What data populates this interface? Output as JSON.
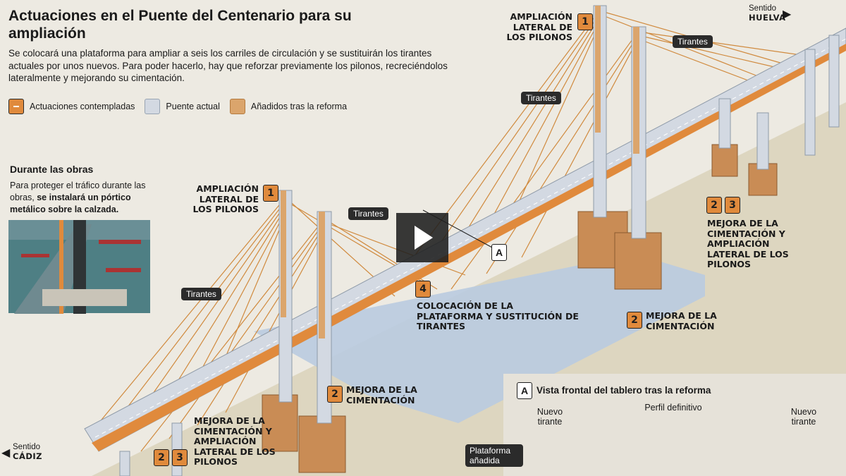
{
  "header": {
    "title": "Actuaciones en el Puente del Centenario para su ampliación",
    "intro": "Se colocará una plataforma para ampliar a seis los carriles de circulación y se sustituirán los tirantes actuales por unos nuevos. Para poder hacerlo, hay que reforzar previamente los pilonos, recreciéndolos lateralmente y mejorando su cimentación."
  },
  "legend": {
    "actuaciones": "Actuaciones contempladas",
    "actual": "Puente actual",
    "anadidos": "Añadidos tras la reforma"
  },
  "sidebar": {
    "heading": "Durante las obras",
    "text_plain": "Para proteger el tráfico durante las obras,",
    "text_bold": "se instalará un pórtico metálico sobre la calzada."
  },
  "directions": {
    "huelva_top": "Sentido",
    "huelva_bottom": "HUELVA",
    "cadiz_top": "Sentido",
    "cadiz_bottom": "CÁDIZ"
  },
  "tags": {
    "tirantes": "Tirantes"
  },
  "callouts": {
    "n1": "1",
    "n2": "2",
    "n3": "3",
    "n4": "4",
    "ampliacion_lateral": "AMPLIACIÓN LATERAL DE LOS PILONOS",
    "mejora": "MEJORA DE LA CIMENTACIÓN",
    "mejora_ampliacion": "MEJORA DE LA CIMENTACIÓN Y AMPLIACIÓN LATERAL DE LOS PILONOS",
    "colocacion": "COLOCACIÓN DE LA PLATAFORMA Y SUSTITUCIÓN DE TIRANTES",
    "letter_a": "A"
  },
  "inset": {
    "title": "Vista frontal del tablero tras la reforma",
    "nuevo_tirante": "Nuevo tirante",
    "perfil": "Perfil definitivo",
    "plataforma": "Plataforma añadida"
  },
  "colors": {
    "orange": "#e08a3c",
    "current_bridge": "#d3d9e2",
    "addition": "#dba56c",
    "water": "#b9cbe0",
    "ground": "#ddd6c0"
  }
}
